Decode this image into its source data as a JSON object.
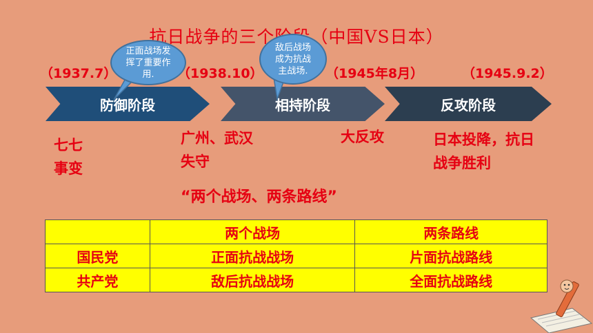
{
  "title": "抗日战争的三个阶段（中国VS日本）",
  "dates": [
    "（1937.7）",
    "（1938.10）",
    "（1945年8月）",
    "（1945.9.2）"
  ],
  "stages": [
    "防御阶段",
    "相持阶段",
    "反攻阶段"
  ],
  "callouts": {
    "front": "正面战场发挥了重要作用.",
    "rear": "敌后战场成为抗战主战场."
  },
  "events": {
    "e1": "七七事变",
    "e2": "广州、武汉失守",
    "e3": "大反攻",
    "e4": "日本投降，抗日战争胜利"
  },
  "subtitle": "“两个战场、两条路线”",
  "table": {
    "header": [
      "",
      "两个战场",
      "两条路线"
    ],
    "rows": [
      [
        "国民党",
        "正面抗战战场",
        "片面抗战路线"
      ],
      [
        "共产党",
        "敌后抗战战场",
        "全面抗战路线"
      ]
    ]
  },
  "colors": {
    "background": "#E79C7B",
    "accent": "#E60012",
    "table_fill": "#FFFF00"
  }
}
